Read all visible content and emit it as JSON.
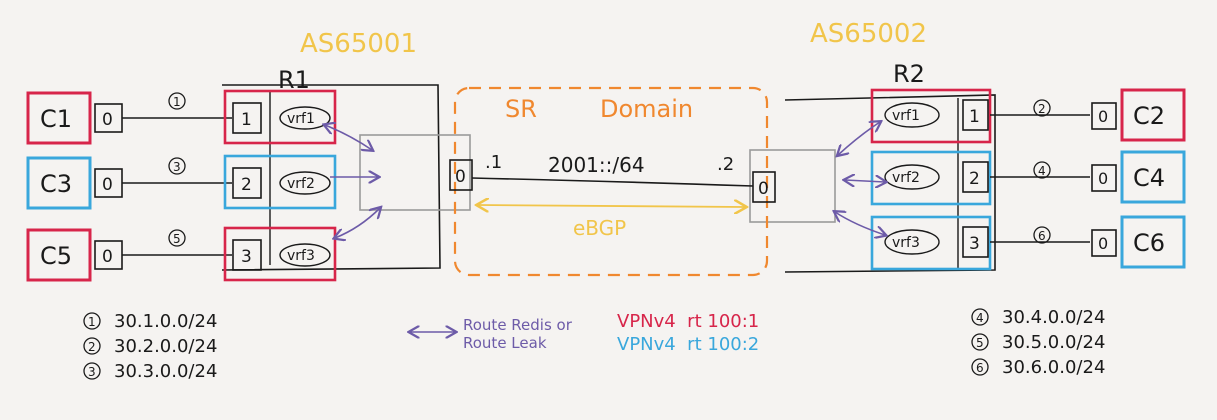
{
  "as_left": "AS65001",
  "as_right": "AS65002",
  "router_left": "R1",
  "router_right": "R2",
  "sr_domain": {
    "sr": "SR",
    "domain": "Domain"
  },
  "link": {
    "left_addr": ".1",
    "subnet": "2001::/64",
    "right_addr": ".2",
    "protocol": "eBGP"
  },
  "colors": {
    "red": "#d7254a",
    "blue": "#39a7dc",
    "orange": "#f0882f",
    "yellow": "#f1c54a",
    "purple": "#6d5ba8",
    "ink": "#1a1a1a",
    "gray": "#9a9a9a"
  },
  "left_clients": [
    {
      "name": "C1",
      "port": "0",
      "circle": "1",
      "router_port": "1",
      "vrf": "vrf1",
      "color": "red"
    },
    {
      "name": "C3",
      "port": "0",
      "circle": "3",
      "router_port": "2",
      "vrf": "vrf2",
      "color": "blue"
    },
    {
      "name": "C5",
      "port": "0",
      "circle": "5",
      "router_port": "3",
      "vrf": "vrf3",
      "color": "red"
    }
  ],
  "right_clients": [
    {
      "name": "C2",
      "port": "0",
      "circle": "2",
      "router_port": "1",
      "vrf": "vrf1",
      "color": "red"
    },
    {
      "name": "C4",
      "port": "0",
      "circle": "4",
      "router_port": "2",
      "vrf": "vrf2",
      "color": "blue"
    },
    {
      "name": "C6",
      "port": "0",
      "circle": "6",
      "router_port": "3",
      "vrf": "vrf3",
      "color": "blue"
    }
  ],
  "r1_uplink_port": "0",
  "r2_uplink_port": "0",
  "legend": {
    "route_line1": "Route Redis or",
    "route_line2": "Route Leak",
    "vpn_red": "VPNv4  rt 100:1",
    "vpn_blue": "VPNv4  rt 100:2"
  },
  "prefixes_left": [
    {
      "n": "1",
      "p": "30.1.0.0/24"
    },
    {
      "n": "2",
      "p": "30.2.0.0/24"
    },
    {
      "n": "3",
      "p": "30.3.0.0/24"
    }
  ],
  "prefixes_right": [
    {
      "n": "4",
      "p": "30.4.0.0/24"
    },
    {
      "n": "5",
      "p": "30.5.0.0/24"
    },
    {
      "n": "6",
      "p": "30.6.0.0/24"
    }
  ]
}
